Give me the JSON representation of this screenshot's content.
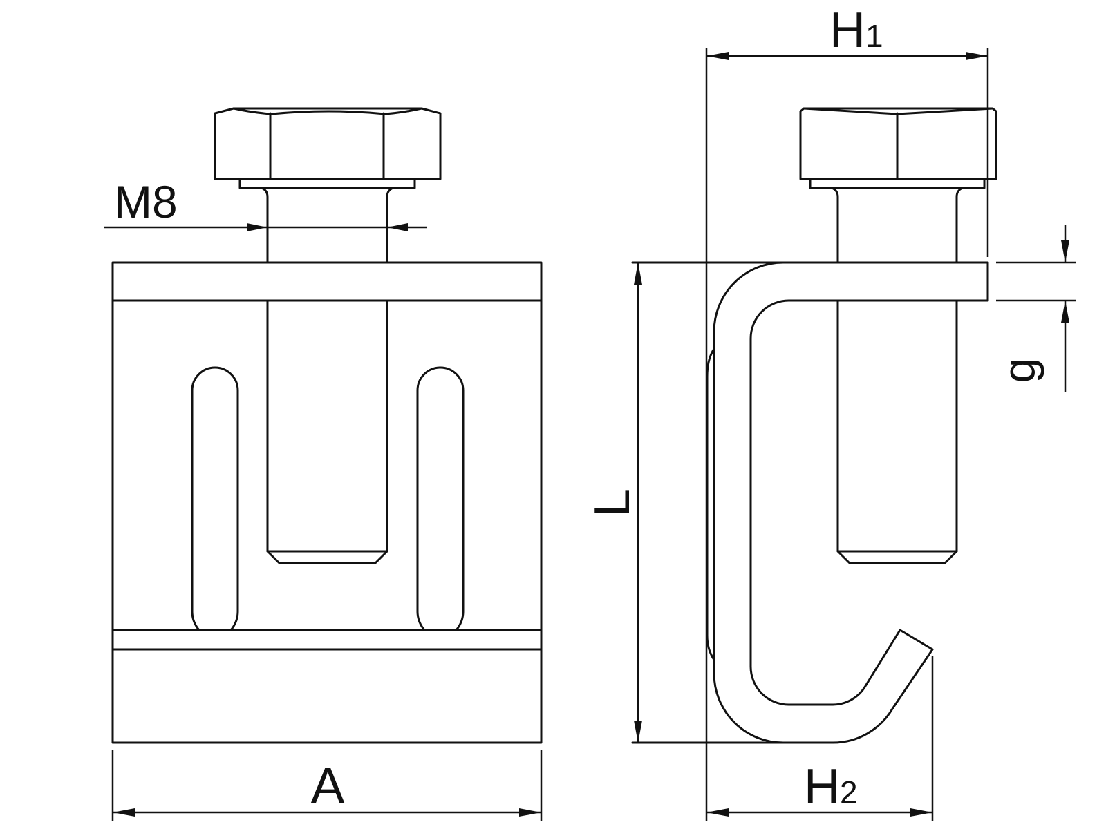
{
  "labels": {
    "m8": "M8",
    "l": "L",
    "a": "A",
    "g": "g",
    "h1_main": "H",
    "h1_sub": "1",
    "h2_main": "H",
    "h2_sub": "2"
  },
  "colors": {
    "line": "#111111",
    "background": "#ffffff"
  }
}
